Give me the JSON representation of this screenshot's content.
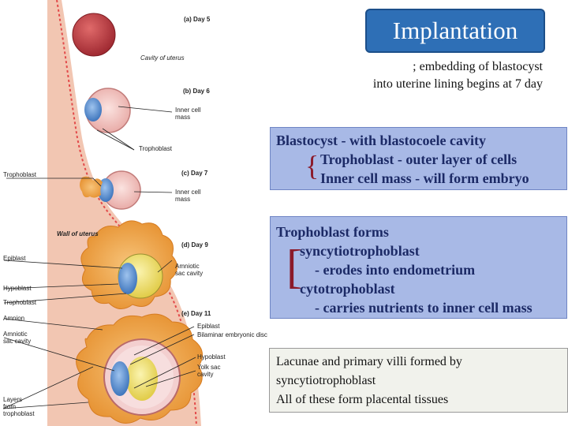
{
  "figure": {
    "labels": {
      "day5": "(a) Day 5",
      "cavity_of_uterus": "Cavity of uterus",
      "day6": "(b) Day 6",
      "inner_cell_mass_b": "Inner cell\nmass",
      "trophoblast_b": "Trophoblast",
      "trophoblast_left": "Trophoblast",
      "day7": "(c) Day 7",
      "inner_cell_mass_c": "Inner cell\nmass",
      "wall_of_uterus": "Wall of uterus",
      "day9": "(d) Day 9",
      "epiblast_left": "Epiblast",
      "amniotic_sac_cavity": "Amniotic\nsac cavity",
      "hypoblast_left": "Hypoblast",
      "trophoblast_left2": "Trophoblast",
      "amnion": "Amnion",
      "day11": "(e) Day 11",
      "epiblast_e": "Epiblast",
      "bilaminar": "Bilaminar embryonic disc",
      "amniotic_sac_cavity_left": "Amniotic\nsac cavity",
      "hypoblast_e": "Hypoblast",
      "yolk_sac_cavity": "Yolk sac\ncavity",
      "layers_from_trophoblast": "Layers\nfrom\ntrophoblast"
    }
  },
  "title": "Implantation",
  "subtitle_line1": "; embedding of  blastocyst",
  "subtitle_line2": "into uterine lining begins at 7 day",
  "box1": {
    "line1": "Blastocyst - with blastocoele cavity",
    "line2": "Trophoblast - outer layer of cells",
    "line3": "Inner cell mass - will form embryo"
  },
  "box2": {
    "line1": "Trophoblast forms",
    "line2": "syncytiotrophoblast",
    "line3": "- erodes into endometrium",
    "line4": "cytotrophoblast",
    "line5": "- carries nutrients to inner cell mass"
  },
  "box3": {
    "line1": "Lacunae and primary villi formed by",
    "line2": "syncytiotrophoblast",
    "line3": "All of these form placental tissues"
  },
  "colors": {
    "title_bg": "#2e6fb6",
    "box_bg": "#a8b9e6",
    "box_text": "#1c2a66",
    "brace": "#8b1a2a",
    "uterus_wall": "#f2c6b2",
    "blastocyst_red": "#b8333a",
    "cell_blue": "#5a8fd0",
    "yolk_yellow": "#f0e070",
    "villi_orange": "#f2a344"
  }
}
